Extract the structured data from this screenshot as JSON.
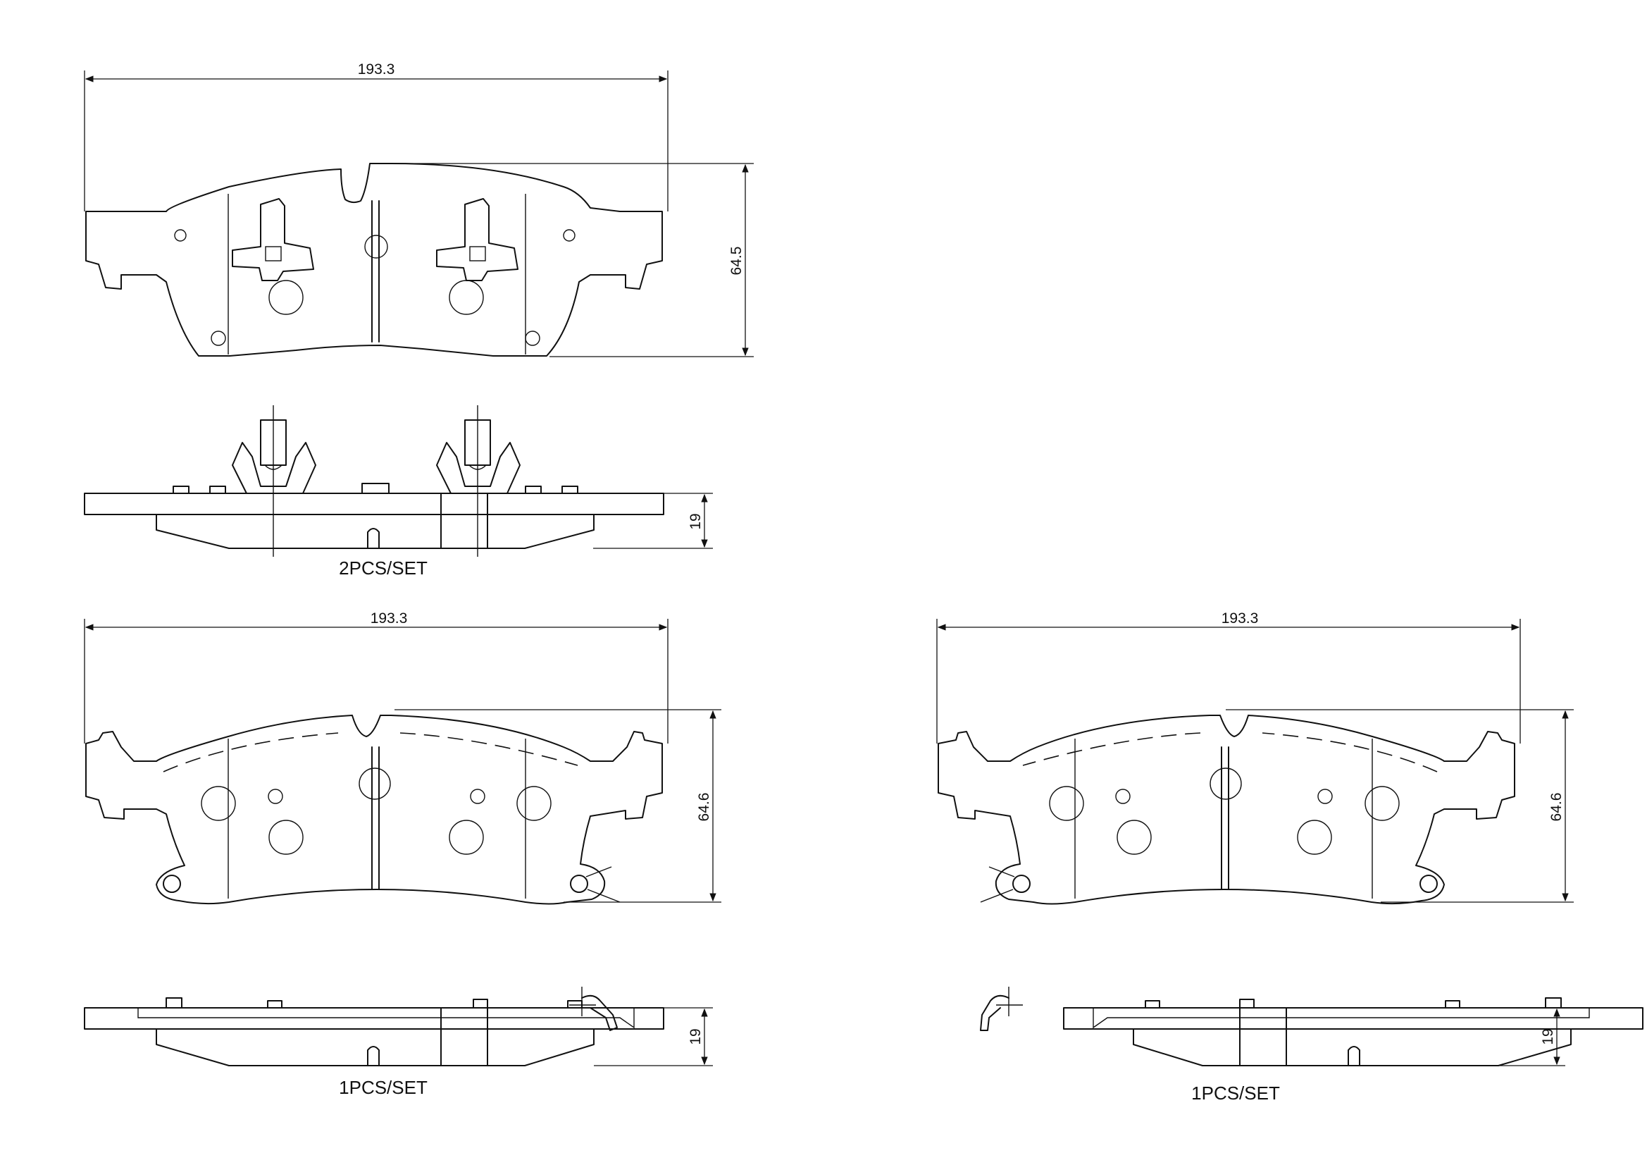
{
  "drawing": {
    "top_pad": {
      "width_label": "193.3",
      "height_label": "64.5",
      "thickness_label": "19",
      "quantity": "2PCS/SET"
    },
    "bottom_left_pad": {
      "width_label": "193.3",
      "height_label": "64.6",
      "thickness_label": "19",
      "quantity": "1PCS/SET"
    },
    "bottom_right_pad": {
      "width_label": "193.3",
      "height_label": "64.6",
      "thickness_label": "19",
      "quantity": "1PCS/SET"
    }
  }
}
